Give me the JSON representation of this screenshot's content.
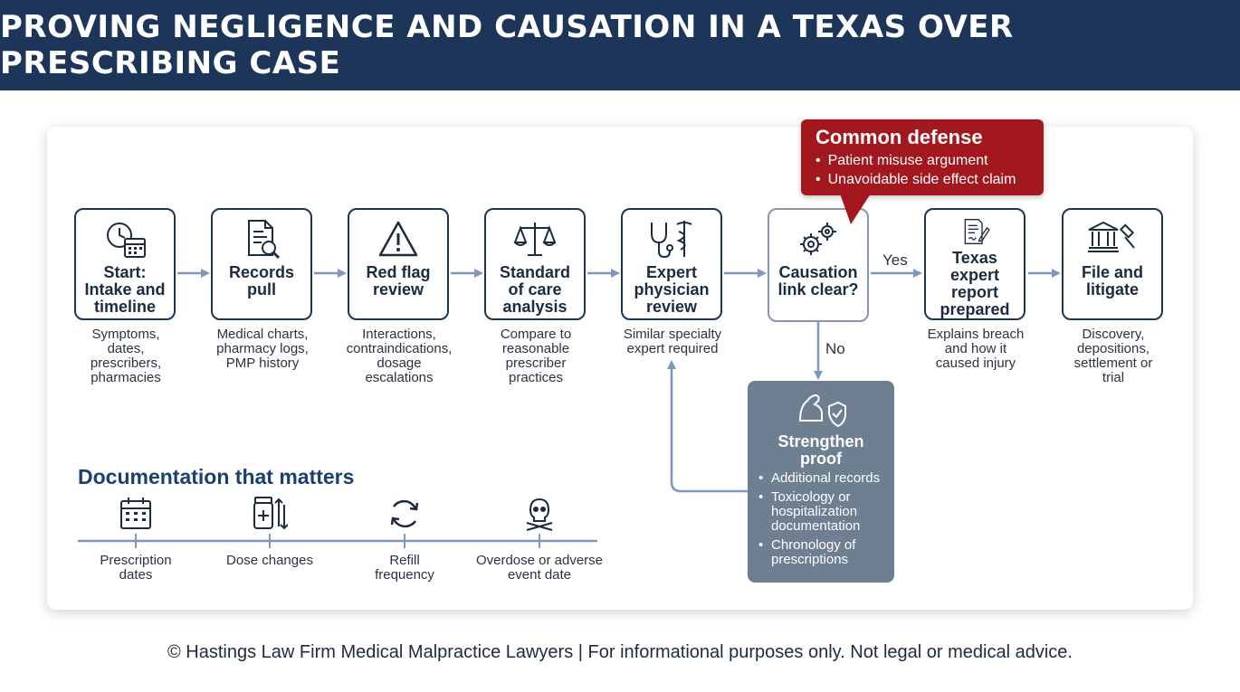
{
  "header": {
    "title": "PROVING NEGLIGENCE AND CAUSATION IN A TEXAS OVER PRESCRIBING CASE"
  },
  "steps": [
    {
      "title_lines": [
        "Start:",
        "Intake and",
        "timeline"
      ],
      "desc_lines": [
        "Symptoms,",
        "dates,",
        "prescribers,",
        "pharmacies"
      ],
      "icon": "clock-calendar-icon"
    },
    {
      "title_lines": [
        "Records",
        "pull"
      ],
      "desc_lines": [
        "Medical charts,",
        "pharmacy logs,",
        "PMP history"
      ],
      "icon": "document-search-icon"
    },
    {
      "title_lines": [
        "Red flag",
        "review"
      ],
      "desc_lines": [
        "Interactions,",
        "contraindications,",
        "dosage",
        "escalations"
      ],
      "icon": "warning-triangle-icon"
    },
    {
      "title_lines": [
        "Standard",
        "of care",
        "analysis"
      ],
      "desc_lines": [
        "Compare to",
        "reasonable",
        "prescriber",
        "practices"
      ],
      "icon": "scales-icon"
    },
    {
      "title_lines": [
        "Expert",
        "physician",
        "review"
      ],
      "desc_lines": [
        "Similar specialty",
        "expert required"
      ],
      "icon": "stethoscope-caduceus-icon"
    },
    {
      "title_lines": [
        "Causation",
        "link clear?"
      ],
      "desc_lines": [],
      "icon": "gears-icon"
    },
    {
      "title_lines": [
        "Texas expert",
        "report",
        "prepared"
      ],
      "desc_lines": [
        "Explains breach",
        "and how it",
        "caused injury"
      ],
      "icon": "report-pen-icon"
    },
    {
      "title_lines": [
        "File and",
        "litigate"
      ],
      "desc_lines": [
        "Discovery,",
        "depositions,",
        "settlement or",
        "trial"
      ],
      "icon": "courthouse-gavel-icon"
    }
  ],
  "branch_labels": {
    "yes": "Yes",
    "no": "No"
  },
  "defense": {
    "title": "Common defense",
    "items": [
      "Patient misuse argument",
      "Unavoidable side effect claim"
    ]
  },
  "strengthen": {
    "title_lines": [
      "Strengthen",
      "proof"
    ],
    "items": [
      [
        "Additional records"
      ],
      [
        "Toxicology or",
        "hospitalization",
        "documentation"
      ],
      [
        "Chronology of",
        "prescriptions"
      ]
    ],
    "icon": "arm-shield-icon"
  },
  "documentation": {
    "title": "Documentation that matters",
    "items": [
      {
        "label_lines": [
          "Prescription",
          "dates"
        ],
        "icon": "calendar-icon"
      },
      {
        "label_lines": [
          "Dose changes"
        ],
        "icon": "pill-bottle-arrows-icon"
      },
      {
        "label_lines": [
          "Refill",
          "frequency"
        ],
        "icon": "refresh-icon"
      },
      {
        "label_lines": [
          "Overdose or adverse",
          "event date"
        ],
        "icon": "skull-crossbones-icon"
      }
    ]
  },
  "footer": {
    "text": "© Hastings Law Firm Medical Malpractice Lawyers | For informational purposes only. Not legal or medical advice."
  },
  "colors": {
    "navy": "#1c3559",
    "red": "#a3171e",
    "slate": "#6f7f92",
    "arrow": "#7f97b8",
    "doc_blue": "#1c3f73"
  }
}
